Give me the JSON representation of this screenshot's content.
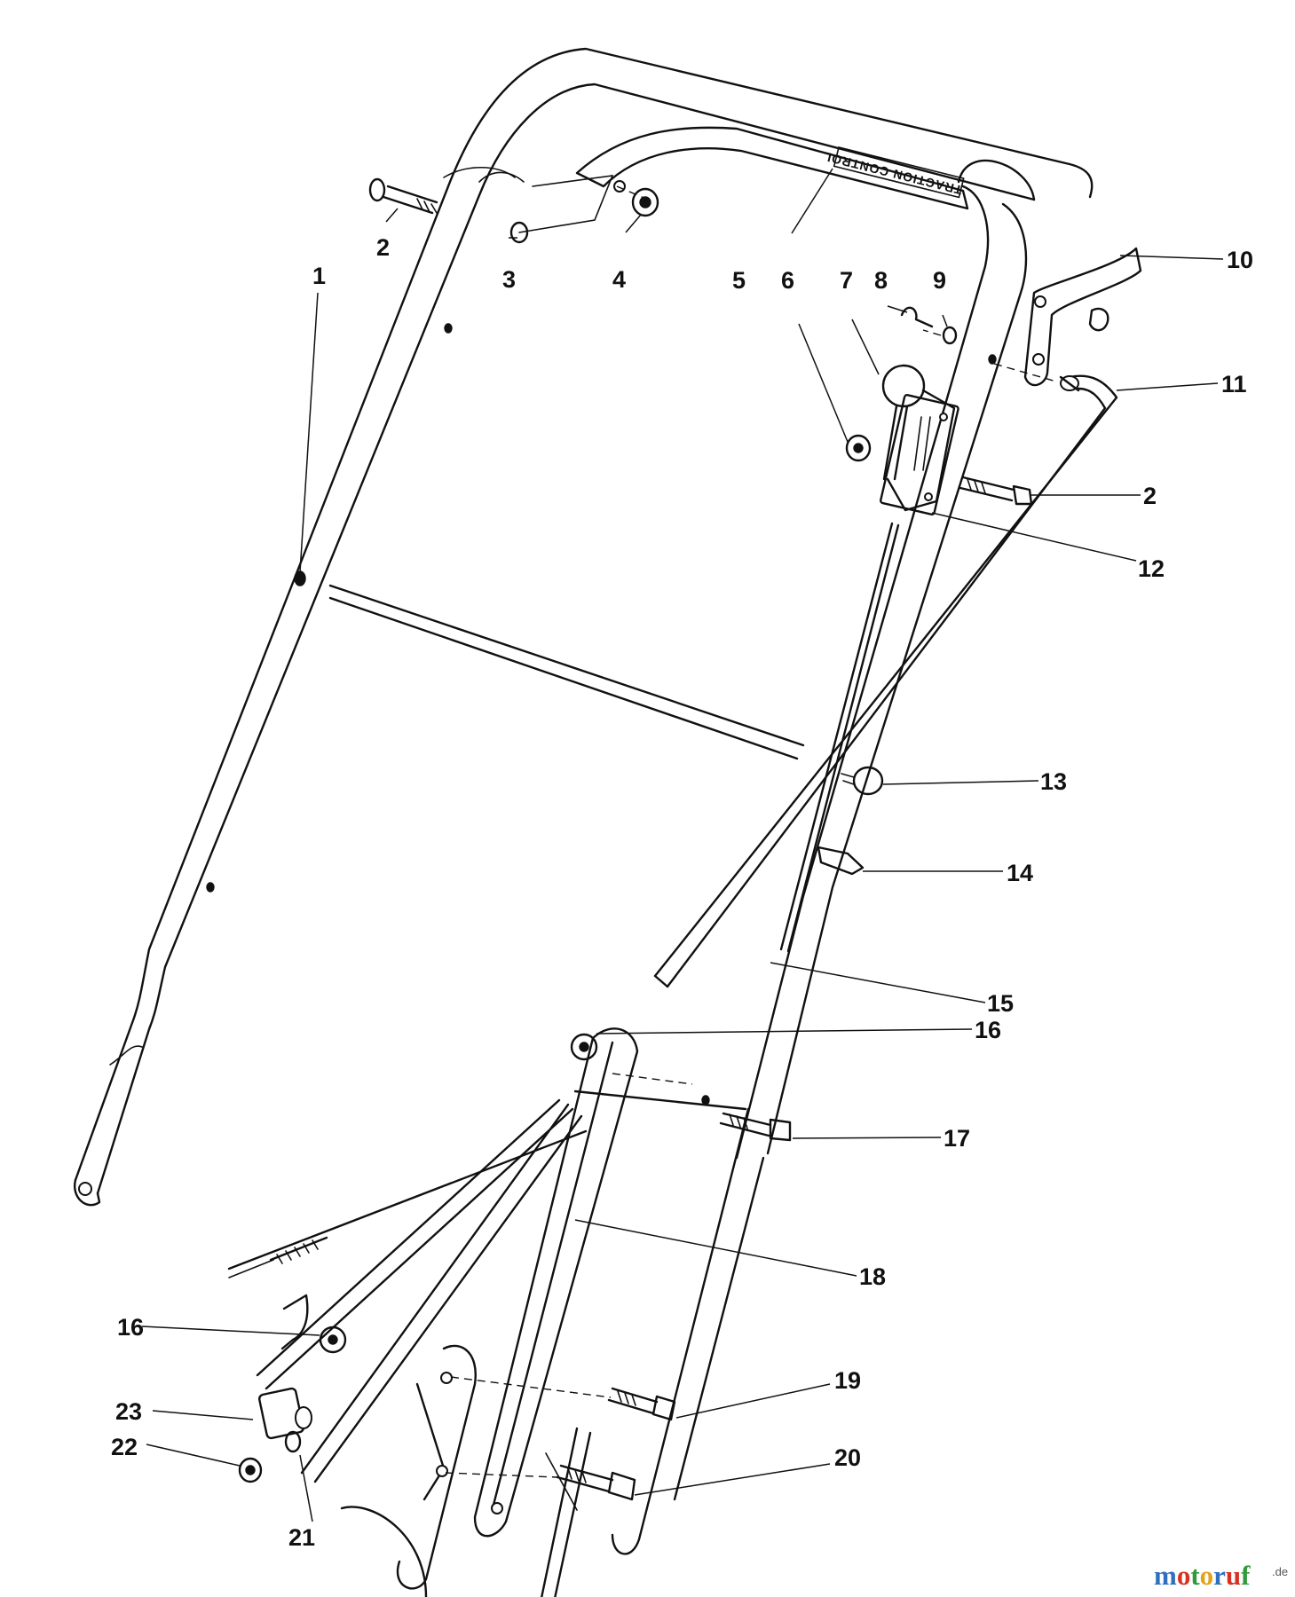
{
  "diagram": {
    "decal_text": "TRACTION CONTROL",
    "callouts": [
      {
        "id": "c1",
        "label": "1"
      },
      {
        "id": "c2a",
        "label": "2"
      },
      {
        "id": "c2b",
        "label": "2"
      },
      {
        "id": "c3",
        "label": "3"
      },
      {
        "id": "c4",
        "label": "4"
      },
      {
        "id": "c5",
        "label": "5"
      },
      {
        "id": "c6",
        "label": "6"
      },
      {
        "id": "c7",
        "label": "7"
      },
      {
        "id": "c8",
        "label": "8"
      },
      {
        "id": "c9",
        "label": "9"
      },
      {
        "id": "c10",
        "label": "10"
      },
      {
        "id": "c11",
        "label": "11"
      },
      {
        "id": "c12",
        "label": "12"
      },
      {
        "id": "c13",
        "label": "13"
      },
      {
        "id": "c14",
        "label": "14"
      },
      {
        "id": "c15",
        "label": "15"
      },
      {
        "id": "c16a",
        "label": "16"
      },
      {
        "id": "c16b",
        "label": "16"
      },
      {
        "id": "c17",
        "label": "17"
      },
      {
        "id": "c18",
        "label": "18"
      },
      {
        "id": "c19",
        "label": "19"
      },
      {
        "id": "c20",
        "label": "20"
      },
      {
        "id": "c21",
        "label": "21"
      },
      {
        "id": "c22",
        "label": "22"
      },
      {
        "id": "c23",
        "label": "23"
      }
    ]
  },
  "watermark": {
    "letters": [
      "m",
      "o",
      "t",
      "o",
      "r",
      "u",
      "f"
    ],
    "letter_colors": [
      "#2e6fbf",
      "#d9301f",
      "#2e9a3a",
      "#e2a21a",
      "#2e6fbf",
      "#d9301f",
      "#2e9a3a"
    ],
    "suffix": ".de"
  }
}
